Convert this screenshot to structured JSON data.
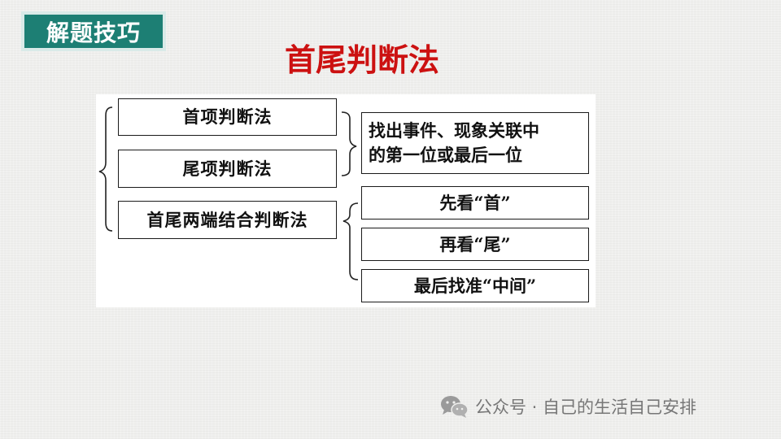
{
  "badge": {
    "label": "解题技巧"
  },
  "title": "首尾判断法",
  "diagram": {
    "methods": [
      "首项判断法",
      "尾项判断法",
      "首尾两端结合判断法"
    ],
    "first_last_note": [
      "找出事件、现象关联中",
      "的第一位或最后一位"
    ],
    "steps": [
      "先看“首”",
      "再看“尾”",
      "最后找准“中间”"
    ]
  },
  "footer": {
    "icon": "wechat-icon",
    "text": "公众号 · 自己的生活自己安排"
  }
}
